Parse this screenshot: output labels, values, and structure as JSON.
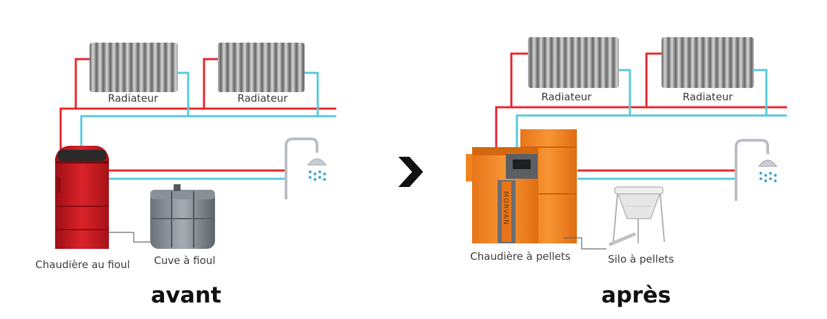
{
  "before": {
    "radiator_1": "Radiateur",
    "radiator_2": "Radiateur",
    "boiler": "Chaudière au fioul",
    "tank": "Cuve à fioul",
    "caption": "avant"
  },
  "after": {
    "radiator_1": "Radiateur",
    "radiator_2": "Radiateur",
    "boiler": "Chaudière à pellets",
    "boiler_brand": "MORVAN",
    "silo": "Silo à pellets",
    "caption": "après"
  },
  "colors": {
    "hot_pipe": "#e8232a",
    "cold_pipe": "#55c9dc",
    "oil_boiler": "#c8161d",
    "pellet_boiler": "#f07d1a",
    "radiator": "#8a8a8a"
  }
}
